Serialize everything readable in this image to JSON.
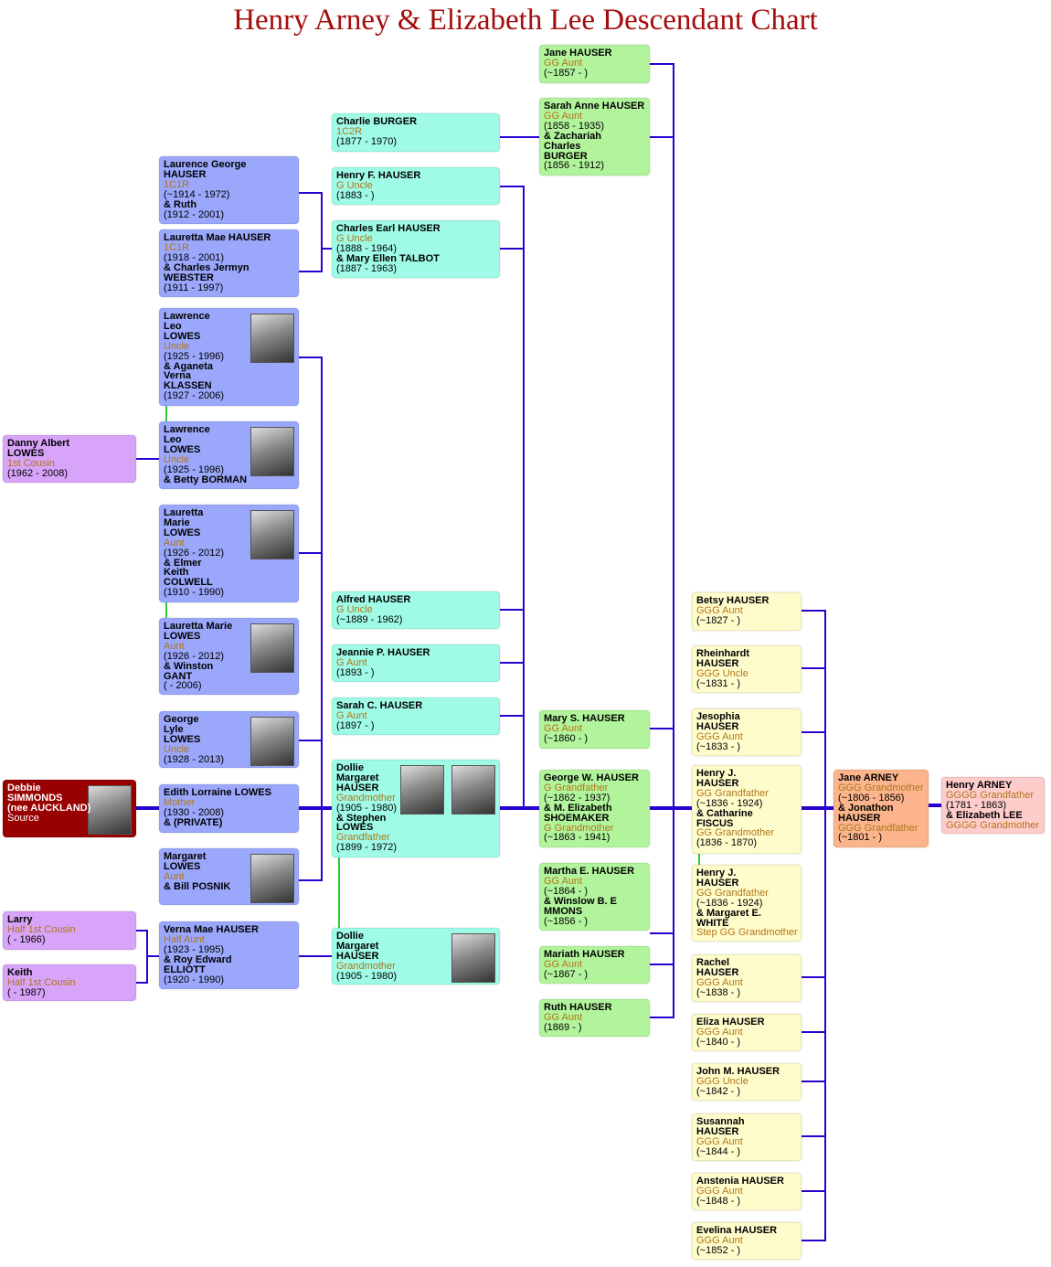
{
  "title": "Henry Arney & Elizabeth Lee Descendant Chart",
  "colors": {
    "line": "#2a00d0",
    "spouse_line": "#33cc33",
    "relation": "#b0761a",
    "title": "#a50d0d"
  },
  "people": [
    {
      "lines": [
        [
          "n",
          "Danny Albert"
        ],
        [
          "n",
          "LOWES"
        ],
        [
          "r",
          "1st Cousin"
        ],
        [
          "d",
          "(1962 - 2008)"
        ]
      ]
    },
    {
      "lines": [
        [
          "n",
          "Debbie"
        ],
        [
          "n",
          "SIMMONDS"
        ],
        [
          "n",
          "(nee AUCKLAND)"
        ],
        [
          "r",
          "Source"
        ]
      ],
      "photos": 1
    },
    {
      "lines": [
        [
          "n",
          "Larry"
        ],
        [
          "r",
          "Half 1st Cousin"
        ],
        [
          "d",
          "( - 1966)"
        ]
      ]
    },
    {
      "lines": [
        [
          "n",
          "Keith"
        ],
        [
          "r",
          "Half 1st Cousin"
        ],
        [
          "d",
          "( - 1987)"
        ]
      ]
    },
    {
      "lines": [
        [
          "n",
          "Laurence George"
        ],
        [
          "n",
          "HAUSER"
        ],
        [
          "r",
          "1C1R"
        ],
        [
          "d",
          "(~1914 - 1972)"
        ],
        [
          "s",
          "& Ruth"
        ],
        [
          "d",
          "(1912 - 2001)"
        ]
      ]
    },
    {
      "lines": [
        [
          "n",
          "Lauretta Mae HAUSER"
        ],
        [
          "r",
          "1C1R"
        ],
        [
          "d",
          "(1918 - 2001)"
        ],
        [
          "s",
          "& Charles Jermyn"
        ],
        [
          "n",
          "WEBSTER"
        ],
        [
          "d",
          "(1911 - 1997)"
        ]
      ]
    },
    {
      "lines": [
        [
          "n",
          "Lawrence"
        ],
        [
          "n",
          "Leo"
        ],
        [
          "n",
          "LOWES"
        ],
        [
          "r",
          "Uncle"
        ],
        [
          "d",
          "(1925 - 1996)"
        ],
        [
          "s",
          "& Aganeta"
        ],
        [
          "n",
          "Verna"
        ],
        [
          "n",
          "KLASSEN"
        ],
        [
          "d",
          "(1927 - 2006)"
        ]
      ],
      "photos": 1
    },
    {
      "lines": [
        [
          "n",
          "Lawrence"
        ],
        [
          "n",
          "Leo"
        ],
        [
          "n",
          "LOWES"
        ],
        [
          "r",
          "Uncle"
        ],
        [
          "d",
          "(1925 - 1996)"
        ],
        [
          "s",
          "& Betty BORMAN"
        ]
      ],
      "photos": 1
    },
    {
      "lines": [
        [
          "n",
          "Lauretta"
        ],
        [
          "n",
          "Marie"
        ],
        [
          "n",
          "LOWES"
        ],
        [
          "r",
          "Aunt"
        ],
        [
          "d",
          "(1926 - 2012)"
        ],
        [
          "s",
          "& Elmer"
        ],
        [
          "n",
          " Keith"
        ],
        [
          "n",
          "COLWELL"
        ],
        [
          "d",
          "(1910 - 1990)"
        ]
      ],
      "photos": 1
    },
    {
      "lines": [
        [
          "n",
          "Lauretta Marie"
        ],
        [
          "n",
          "LOWES"
        ],
        [
          "r",
          "Aunt"
        ],
        [
          "d",
          "(1926 - 2012)"
        ],
        [
          "s",
          "& Winston"
        ],
        [
          "n",
          "GANT"
        ],
        [
          "d",
          "( - 2006)"
        ]
      ],
      "photos": 1
    },
    {
      "lines": [
        [
          "n",
          "George"
        ],
        [
          "n",
          "Lyle"
        ],
        [
          "n",
          "LOWES"
        ],
        [
          "r",
          "Uncle"
        ],
        [
          "d",
          "(1928 - 2013)"
        ]
      ],
      "photos": 1
    },
    {
      "lines": [
        [
          "n",
          "Edith Lorraine LOWES"
        ],
        [
          "r",
          "Mother"
        ],
        [
          "d",
          "(1930 - 2008)"
        ],
        [
          "s",
          "& (PRIVATE)"
        ]
      ]
    },
    {
      "lines": [
        [
          "n",
          "Margaret"
        ],
        [
          "n",
          "LOWES"
        ],
        [
          "r",
          "Aunt"
        ],
        [
          "s",
          "& Bill POSNIK"
        ]
      ],
      "photos": 1
    },
    {
      "lines": [
        [
          "n",
          "Verna Mae HAUSER"
        ],
        [
          "r",
          "Half Aunt"
        ],
        [
          "d",
          "(1923 - 1995)"
        ],
        [
          "s",
          "& Roy Edward"
        ],
        [
          "n",
          "ELLIOTT"
        ],
        [
          "d",
          "(1920 - 1990)"
        ]
      ]
    },
    {
      "lines": [
        [
          "n",
          "Charlie BURGER"
        ],
        [
          "r",
          "1C2R"
        ],
        [
          "d",
          "(1877 - 1970)"
        ]
      ]
    },
    {
      "lines": [
        [
          "n",
          "Henry F. HAUSER"
        ],
        [
          "r",
          "G Uncle"
        ],
        [
          "d",
          "(1883 - )"
        ]
      ]
    },
    {
      "lines": [
        [
          "n",
          "Charles Earl HAUSER"
        ],
        [
          "r",
          "G Uncle"
        ],
        [
          "d",
          "(1888 - 1964)"
        ],
        [
          "s",
          "& Mary Ellen TALBOT"
        ],
        [
          "d",
          "(1887 - 1963)"
        ]
      ]
    },
    {
      "lines": [
        [
          "n",
          "Alfred HAUSER"
        ],
        [
          "r",
          "G Uncle"
        ],
        [
          "d",
          "(~1889 - 1962)"
        ]
      ]
    },
    {
      "lines": [
        [
          "n",
          "Jeannie P. HAUSER"
        ],
        [
          "r",
          "G Aunt"
        ],
        [
          "d",
          "(1893 - )"
        ]
      ]
    },
    {
      "lines": [
        [
          "n",
          "Sarah C. HAUSER"
        ],
        [
          "r",
          "G Aunt"
        ],
        [
          "d",
          "(1897 - )"
        ]
      ]
    },
    {
      "lines": [
        [
          "n",
          "Dollie"
        ],
        [
          "n",
          "Margaret"
        ],
        [
          "n",
          "HAUSER"
        ],
        [
          "r",
          "Grandmother"
        ],
        [
          "d",
          "(1905 - 1980)"
        ],
        [
          "s",
          "& Stephen"
        ],
        [
          "n",
          "LOWES"
        ],
        [
          "r",
          "Grandfather"
        ],
        [
          "d",
          "(1899 - 1972)"
        ]
      ],
      "photos": 2
    },
    {
      "lines": [
        [
          "n",
          "Dollie"
        ],
        [
          "n",
          "Margaret"
        ],
        [
          "n",
          " HAUSER"
        ],
        [
          "r",
          "Grandmother"
        ],
        [
          "d",
          "(1905 - 1980)"
        ]
      ],
      "photos": 1
    },
    {
      "lines": [
        [
          "n",
          "Jane HAUSER"
        ],
        [
          "r",
          "GG Aunt"
        ],
        [
          "d",
          "(~1857 - )"
        ]
      ]
    },
    {
      "lines": [
        [
          "n",
          "Sarah Anne HAUSER"
        ],
        [
          "r",
          "GG Aunt"
        ],
        [
          "d",
          "(1858 - 1935)"
        ],
        [
          "s",
          "& Zachariah"
        ],
        [
          "n",
          "Charles"
        ],
        [
          "n",
          "BURGER"
        ],
        [
          "d",
          "(1856 - 1912)"
        ]
      ]
    },
    {
      "lines": [
        [
          "n",
          "Mary S. HAUSER"
        ],
        [
          "r",
          "GG Aunt"
        ],
        [
          "d",
          "(~1860 - )"
        ]
      ]
    },
    {
      "lines": [
        [
          "n",
          "George W. HAUSER"
        ],
        [
          "r",
          "G Grandfather"
        ],
        [
          "d",
          "(~1862 - 1937)"
        ],
        [
          "s",
          "& M. Elizabeth"
        ],
        [
          "n",
          "SHOEMAKER"
        ],
        [
          "r",
          "G Grandmother"
        ],
        [
          "d",
          "(~1863 - 1941)"
        ]
      ]
    },
    {
      "lines": [
        [
          "n",
          "Martha E. HAUSER"
        ],
        [
          "r",
          "GG Aunt"
        ],
        [
          "d",
          "(~1864 - )"
        ],
        [
          "s",
          "& Winslow B. E"
        ],
        [
          "n",
          "MMONS"
        ],
        [
          "d",
          "(~1856 - )"
        ]
      ]
    },
    {
      "lines": [
        [
          "n",
          "Mariath HAUSER"
        ],
        [
          "r",
          "GG Aunt"
        ],
        [
          "d",
          "(~1867 - )"
        ]
      ]
    },
    {
      "lines": [
        [
          "n",
          "Ruth HAUSER"
        ],
        [
          "r",
          "GG Aunt"
        ],
        [
          "d",
          "(1869 - )"
        ]
      ]
    },
    {
      "lines": [
        [
          "n",
          "Betsy HAUSER"
        ],
        [
          "r",
          "GGG Aunt"
        ],
        [
          "d",
          "(~1827 - )"
        ]
      ]
    },
    {
      "lines": [
        [
          "n",
          "Rheinhardt"
        ],
        [
          "n",
          "HAUSER"
        ],
        [
          "r",
          "GGG Uncle"
        ],
        [
          "d",
          "(~1831 - )"
        ]
      ]
    },
    {
      "lines": [
        [
          "n",
          "Jesophia"
        ],
        [
          "n",
          "HAUSER"
        ],
        [
          "r",
          "GGG Aunt"
        ],
        [
          "d",
          "(~1833 - )"
        ]
      ]
    },
    {
      "lines": [
        [
          "n",
          "Henry J."
        ],
        [
          "n",
          "HAUSER"
        ],
        [
          "r",
          "GG Grandfather"
        ],
        [
          "d",
          "(~1836 - 1924)"
        ],
        [
          "s",
          "& Catharine"
        ],
        [
          "n",
          "FISCUS"
        ],
        [
          "r",
          "GG Grandmother"
        ],
        [
          "d",
          "(1836 - 1870)"
        ]
      ]
    },
    {
      "lines": [
        [
          "n",
          "Henry J."
        ],
        [
          "n",
          "HAUSER"
        ],
        [
          "r",
          "GG Grandfather"
        ],
        [
          "d",
          "(~1836 - 1924)"
        ],
        [
          "s",
          "& Margaret E."
        ],
        [
          "n",
          "WHITE"
        ],
        [
          "r",
          "Step GG Grandmother"
        ]
      ]
    },
    {
      "lines": [
        [
          "n",
          "Rachel"
        ],
        [
          "n",
          "HAUSER"
        ],
        [
          "r",
          "GGG Aunt"
        ],
        [
          "d",
          "(~1838 - )"
        ]
      ]
    },
    {
      "lines": [
        [
          "n",
          "Eliza HAUSER"
        ],
        [
          "r",
          "GGG Aunt"
        ],
        [
          "d",
          "(~1840 - )"
        ]
      ]
    },
    {
      "lines": [
        [
          "n",
          "John M. HAUSER"
        ],
        [
          "r",
          "GGG Uncle"
        ],
        [
          "d",
          "(~1842 - )"
        ]
      ]
    },
    {
      "lines": [
        [
          "n",
          "Susannah"
        ],
        [
          "n",
          "HAUSER"
        ],
        [
          "r",
          "GGG Aunt"
        ],
        [
          "d",
          "(~1844 - )"
        ]
      ]
    },
    {
      "lines": [
        [
          "n",
          "Anstenia HAUSER"
        ],
        [
          "r",
          "GGG Aunt"
        ],
        [
          "d",
          "(~1848 - )"
        ]
      ]
    },
    {
      "lines": [
        [
          "n",
          "Evelina HAUSER"
        ],
        [
          "r",
          "GGG Aunt"
        ],
        [
          "d",
          "(~1852 - )"
        ]
      ]
    },
    {
      "lines": [
        [
          "n",
          "Jane ARNEY"
        ],
        [
          "r",
          "GGG Grandmother"
        ],
        [
          "d",
          "(~1806 - 1856)"
        ],
        [
          "s",
          "& Jonathon"
        ],
        [
          "n",
          " HAUSER"
        ],
        [
          "r",
          "GGG Grandfather"
        ],
        [
          "d",
          "(~1801 - )"
        ]
      ]
    },
    {
      "lines": [
        [
          "n",
          "Henry ARNEY"
        ],
        [
          "r",
          "GGGG Grandfather"
        ],
        [
          "d",
          "(1781 - 1863)"
        ],
        [
          "s",
          "& Elizabeth LEE"
        ],
        [
          "r",
          "GGGG Grandmother"
        ]
      ]
    }
  ]
}
